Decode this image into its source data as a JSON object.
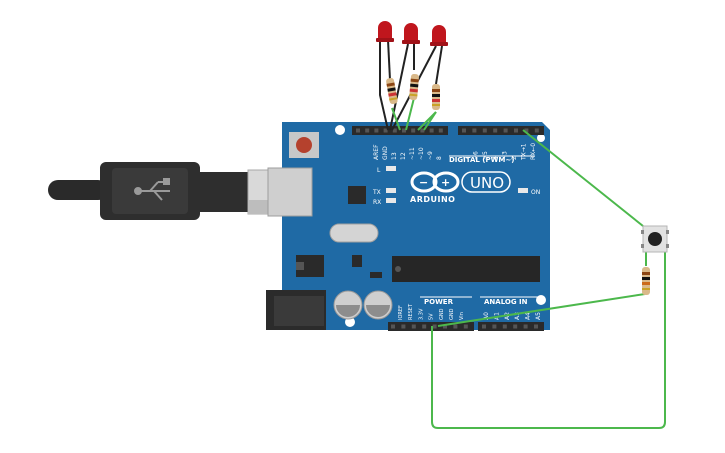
{
  "board": {
    "brand": "ARDUINO",
    "model": "UNO",
    "digital_header": "DIGITAL (PWM~)",
    "power_header": "POWER",
    "analog_header": "ANALOG IN",
    "led_l": "L",
    "led_tx": "TX",
    "led_rx": "RX",
    "led_on": "ON",
    "top_pins": [
      "AREF",
      "GND",
      "13",
      "12",
      "~11",
      "~10",
      "~9",
      "8",
      "7",
      "~6",
      "~5",
      "4",
      "~3",
      "2",
      "TX→1",
      "RX←0"
    ],
    "power_pins": [
      "IOREF",
      "RESET",
      "3.3V",
      "5V",
      "GND",
      "GND",
      "Vin"
    ],
    "analog_pins": [
      "A0",
      "A1",
      "A2",
      "A3",
      "A4",
      "A5"
    ]
  },
  "components": {
    "leds": [
      "red-led",
      "red-led",
      "red-led"
    ],
    "resistors": [
      "resistor",
      "resistor",
      "resistor",
      "resistor"
    ],
    "pushbutton": "pushbutton",
    "usb": "usb-b-cable"
  },
  "colors": {
    "board": "#1f6aa5",
    "wire_green": "#4cb84c",
    "wire_black": "#222222",
    "led_red": "#c0161d"
  }
}
